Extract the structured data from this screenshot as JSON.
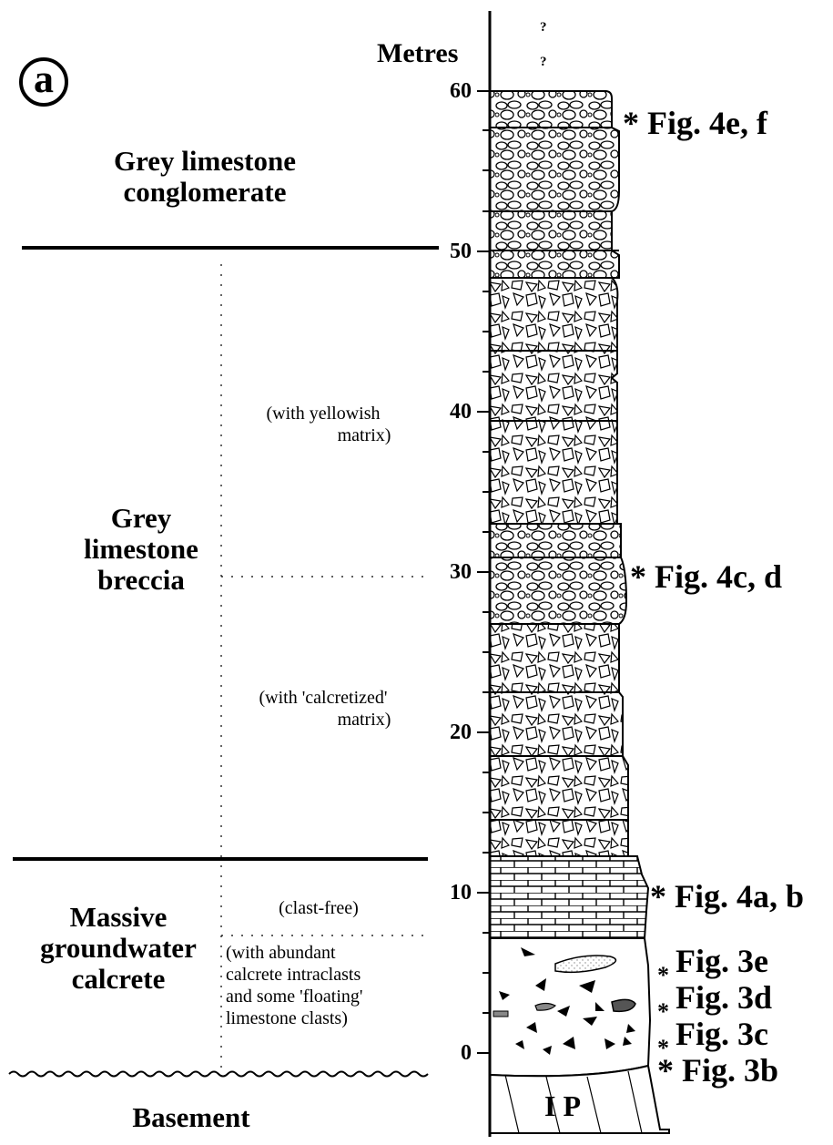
{
  "panel_label": "a",
  "axis": {
    "label": "Metres",
    "ticks": [
      "60",
      "50",
      "40",
      "30",
      "20",
      "10",
      "0"
    ],
    "question_marks": [
      "?",
      "?"
    ]
  },
  "units": {
    "conglomerate": {
      "line1": "Grey limestone",
      "line2": "conglomerate"
    },
    "breccia": {
      "line1": "Grey",
      "line2": "limestone",
      "line3": "breccia",
      "sub_upper_1": "(with yellowish",
      "sub_upper_2": "matrix)",
      "sub_lower_1": "(with 'calcretized'",
      "sub_lower_2": "matrix)"
    },
    "calcrete": {
      "line1": "Massive",
      "line2": "groundwater",
      "line3": "calcrete",
      "sub_upper": "(clast-free)",
      "sub_lower_1": "(with abundant",
      "sub_lower_2": "calcrete intraclasts",
      "sub_lower_3": "and some 'floating'",
      "sub_lower_4": "limestone clasts)"
    },
    "basement": {
      "label": "Basement",
      "code": "I P"
    }
  },
  "figure_refs": {
    "fig4ef": "* Fig. 4e, f",
    "fig4cd": "* Fig. 4c, d",
    "fig4ab": "* Fig. 4a, b",
    "fig3e": "Fig. 3e",
    "fig3d": "Fig. 3d",
    "fig3c": "Fig. 3c",
    "fig3b": "* Fig. 3b",
    "star": "*"
  }
}
